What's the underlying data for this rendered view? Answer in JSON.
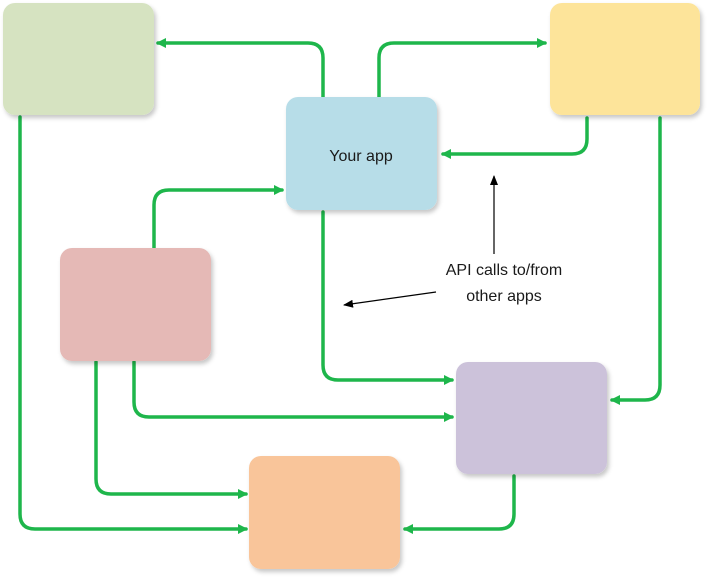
{
  "boxes": {
    "top_left": {
      "label": "",
      "color": "#d6e3c1"
    },
    "top_right": {
      "label": "",
      "color": "#fde49a"
    },
    "center": {
      "label": "Your app",
      "color": "#b7dde8"
    },
    "middle_left": {
      "label": "",
      "color": "#e5b9b6"
    },
    "right_lower": {
      "label": "",
      "color": "#ccc2da"
    },
    "bottom": {
      "label": "",
      "color": "#f9c59a"
    }
  },
  "annotation": {
    "line1": "API calls to/from",
    "line2": "other apps"
  },
  "colors": {
    "connector": "#1eb64b",
    "pointer": "#000000"
  }
}
